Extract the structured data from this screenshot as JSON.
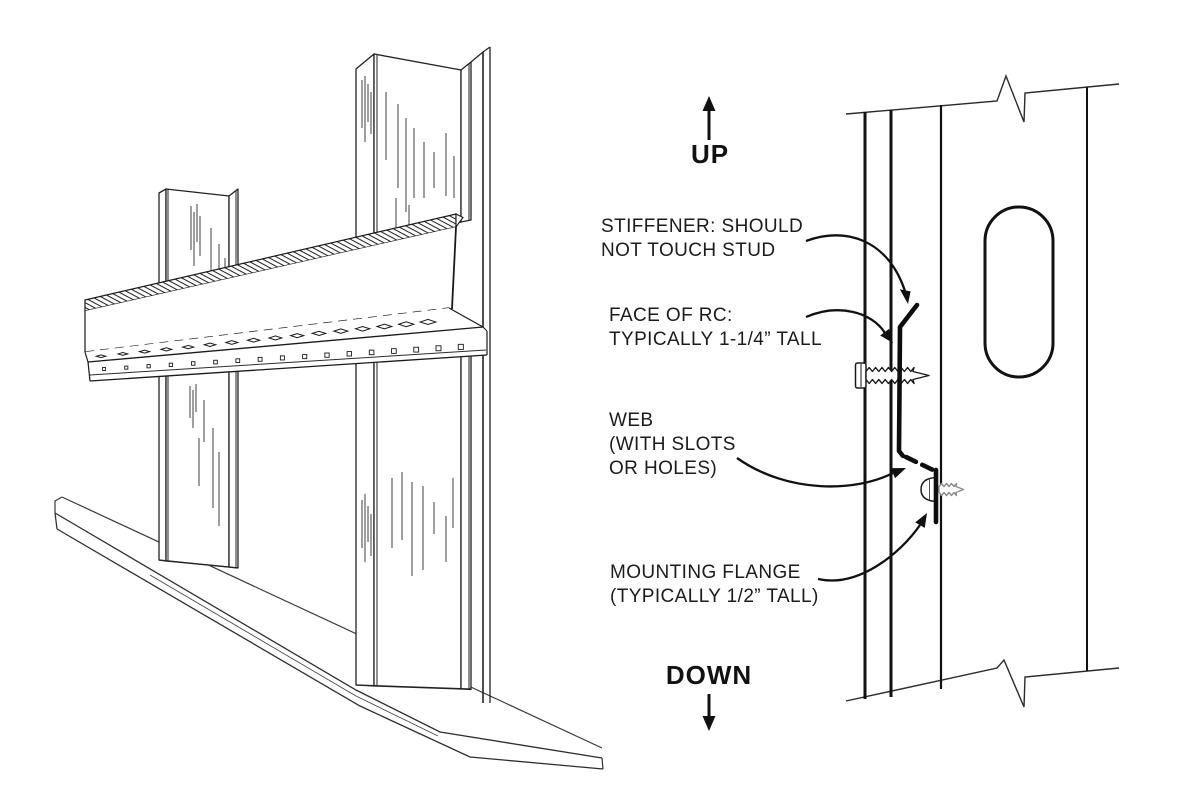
{
  "colors": {
    "ink": "#1b1b1b",
    "line_thin": "#3a3a3a",
    "screw_gray": "#8c8c8c",
    "background": "#ffffff"
  },
  "directions": {
    "up": "UP",
    "down": "DOWN"
  },
  "callouts": {
    "stiffener": {
      "line1": "STIFFENER: SHOULD",
      "line2": "NOT TOUCH STUD"
    },
    "face": {
      "line1": "FACE OF RC:",
      "line2": "TYPICALLY 1-1/4” TALL"
    },
    "web": {
      "line1": "WEB",
      "line2": "(WITH SLOTS",
      "line3": "OR HOLES)"
    },
    "mounting_flange": {
      "line1": "MOUNTING FLANGE",
      "line2": "(TYPICALLY 1/2” TALL)"
    }
  }
}
